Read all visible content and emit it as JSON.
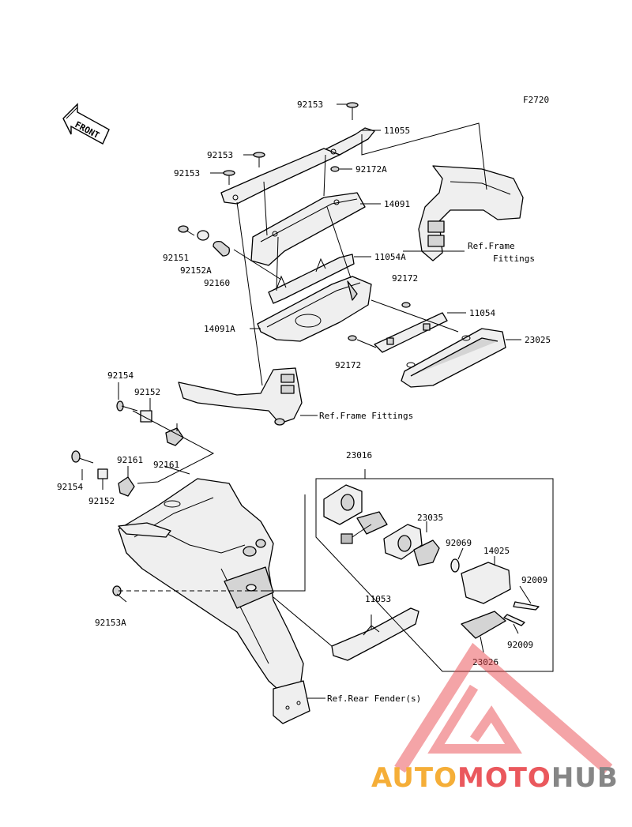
{
  "figure_code": "F2720",
  "front_label": "FRONT",
  "parts": {
    "p92153_top": "92153",
    "p11055": "11055",
    "p92153_mid": "92153",
    "p92153_left": "92153",
    "p92172A": "92172A",
    "p14091": "14091",
    "p92151": "92151",
    "p92152A": "92152A",
    "p92160": "92160",
    "p11054A": "11054A",
    "p92172_a": "92172",
    "p11054": "11054",
    "p14091A": "14091A",
    "p23025": "23025",
    "p92172_b": "92172",
    "p92154_a": "92154",
    "p92152_a": "92152",
    "p92161_a": "92161",
    "p92161_b": "92161",
    "p92154_b": "92154",
    "p92152_b": "92152",
    "p23016": "23016",
    "p23035": "23035",
    "p92069": "92069",
    "p14025": "14025",
    "p92009_a": "92009",
    "p92009_b": "92009",
    "p23026": "23026",
    "p11053": "11053",
    "p92153A": "92153A"
  },
  "refs": {
    "frame_fittings_top_line1": "Ref.Frame",
    "frame_fittings_top_line2": "Fittings",
    "frame_fittings_mid": "Ref.Frame Fittings",
    "rear_fender": "Ref.Rear Fender(s)"
  },
  "watermark": {
    "part1": "AUTO",
    "part2": "MOTO",
    "part3": "HUB",
    "color_orange": "#f5a623",
    "color_red": "#e8474c",
    "color_gray": "#7a7a7a"
  }
}
